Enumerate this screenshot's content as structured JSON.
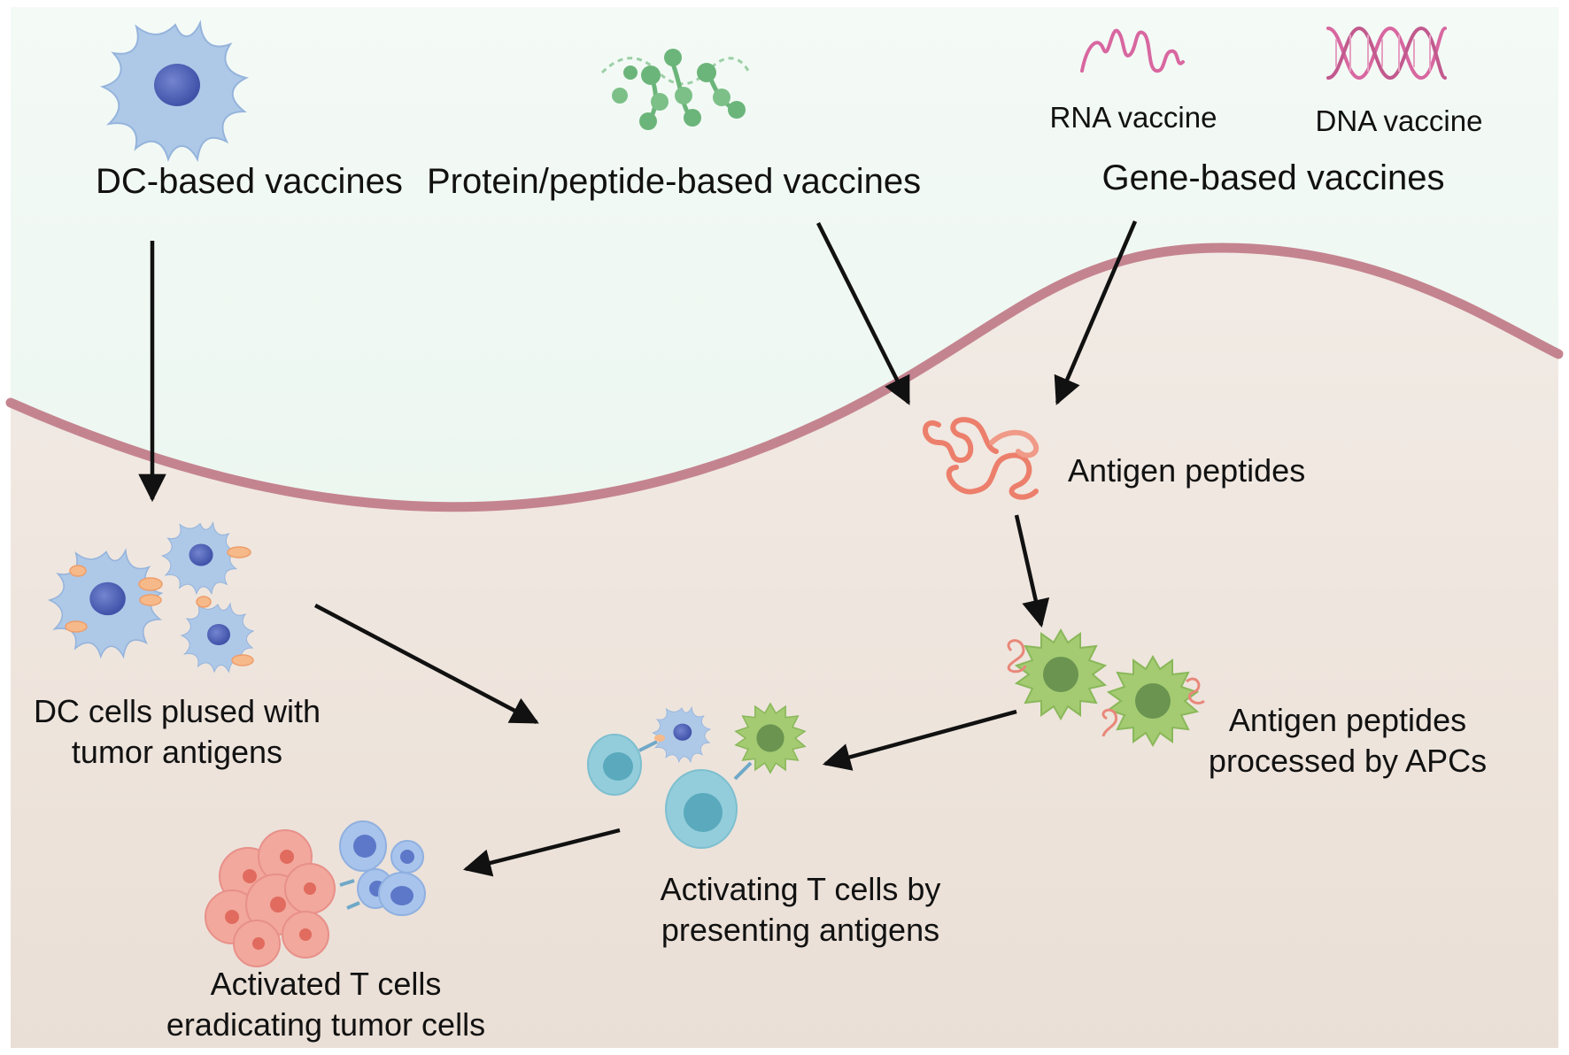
{
  "labels": {
    "dc_vaccines": "DC-based vaccines",
    "protein_vaccines": "Protein/peptide-based vaccines",
    "gene_vaccines": "Gene-based vaccines",
    "rna_vaccine": "RNA vaccine",
    "dna_vaccine": "DNA vaccine",
    "antigen_peptides": "Antigen peptides",
    "processed_line1": "Antigen peptides",
    "processed_line2": "processed by APCs",
    "dc_pulsed_line1": "DC cells plused with",
    "dc_pulsed_line2": "tumor antigens",
    "activating_line1": "Activating T cells by",
    "activating_line2": "presenting antigens",
    "activated_line1": "Activated T cells",
    "activated_line2": "eradicating tumor cells"
  },
  "colors": {
    "upper_bg": "#e6f4ec",
    "lower_bg": "#eee3db",
    "boundary": "#c4848f",
    "dc_cell": "#a9c4e6",
    "dc_nucleus": "#4f63b8",
    "peptide_green": "#6cb57a",
    "rna_pink": "#d867a0",
    "antigen_coral": "#ec7f6c",
    "apc_green": "#9bc46a",
    "apc_nucleus": "#5d8a45",
    "t_cell": "#8fcbd8",
    "t_nucleus": "#4a9fb3",
    "tumor": "#f0a095",
    "arrow": "#111111"
  }
}
